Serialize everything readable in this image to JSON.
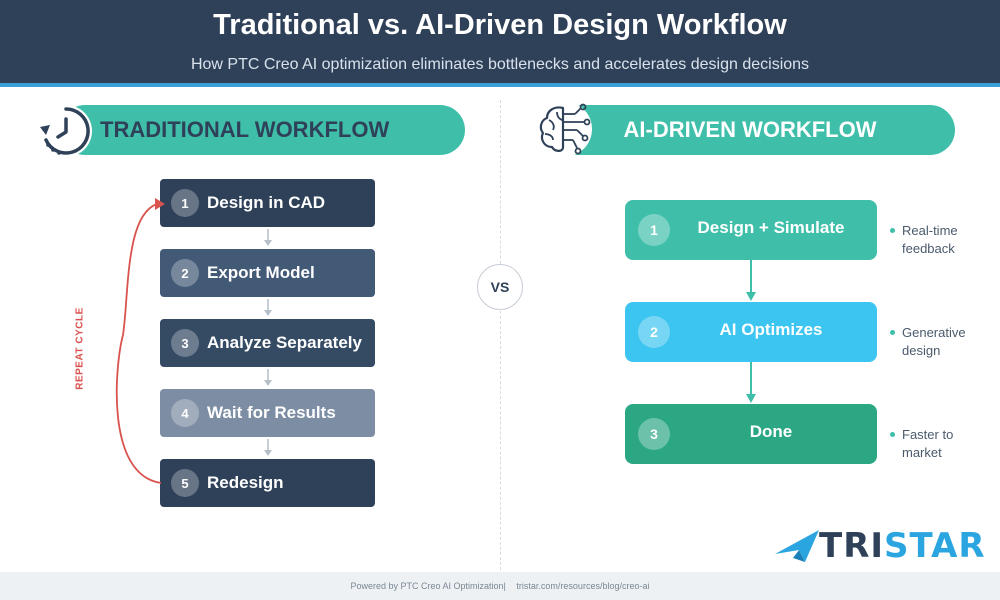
{
  "header": {
    "title": "Traditional vs. AI-Driven Design Workflow",
    "subtitle": "How PTC Creo AI optimization eliminates bottlenecks and accelerates design decisions"
  },
  "traditional": {
    "heading": "TRADITIONAL WORKFLOW",
    "steps": [
      {
        "num": "1",
        "label": "Design in CAD"
      },
      {
        "num": "2",
        "label": "Export Model"
      },
      {
        "num": "3",
        "label": "Analyze Separately"
      },
      {
        "num": "4",
        "label": "Wait for Results"
      },
      {
        "num": "5",
        "label": "Redesign"
      }
    ],
    "repeat_label": "REPEAT CYCLE"
  },
  "vs_label": "VS",
  "ai": {
    "heading": "AI-DRIVEN WORKFLOW",
    "steps": [
      {
        "num": "1",
        "label": "Design + Simulate",
        "note": "Real-time feedback"
      },
      {
        "num": "2",
        "label": "AI Optimizes",
        "note": "Generative design"
      },
      {
        "num": "3",
        "label": "Done",
        "note": "Faster to market"
      }
    ]
  },
  "logo": {
    "part1": "TRI",
    "part2": "STAR"
  },
  "footer": {
    "powered": "Powered by PTC Creo AI Optimization|",
    "url": "tristar.com/resources/blog/creo-ai"
  },
  "colors": {
    "navy": "#2f4158",
    "teal": "#3fbfaa",
    "cyan": "#3cc5f0",
    "green": "#2ba784",
    "red": "#d9534f",
    "blue": "#3a9fd6"
  }
}
